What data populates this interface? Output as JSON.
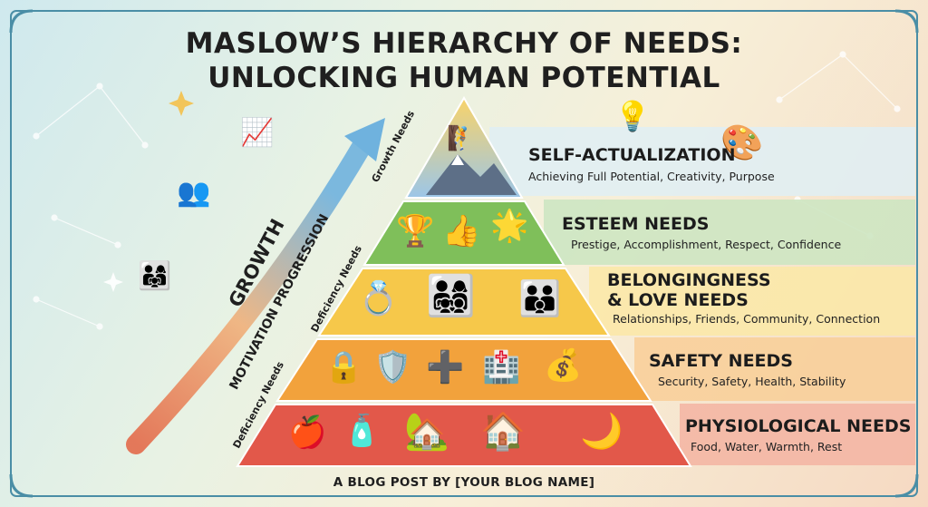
{
  "title_line1": "MASLOW’S HIERARCHY OF NEEDS:",
  "title_line2": "UNLOCKING HUMAN POTENTIAL",
  "levels": [
    {
      "title": "SELF-ACTUALIZATION",
      "desc": "Achieving Full Potential, Creativity, Purpose"
    },
    {
      "title": "ESTEEM NEEDS",
      "desc": "Prestige, Accomplishment, Respect, Confidence"
    },
    {
      "title": "BELONGINGNESS",
      "title2": "& LOVE NEEDS",
      "desc": "Relationships, Friends, Community, Connection"
    },
    {
      "title": "SAFETY NEEDS",
      "desc": "Security, Safety, Health, Stability"
    },
    {
      "title": "PHYSIOLOGICAL NEEDS",
      "desc": "Food, Water, Warmth, Rest"
    }
  ],
  "side_labels": {
    "growth_needs": "Growth Needs",
    "deficiency_upper": "Deficiency Needs",
    "deficiency_lower": "Deficiency Needs",
    "growth": "GROWTH",
    "motivation": "MOTIVATION PROGRESSION"
  },
  "footer": "A BLOG POST BY [YOUR BLOG NAME]",
  "colors": {
    "top": "#f5c74a",
    "esteem": "#7fbf5a",
    "belonging": "#f6c84a",
    "safety": "#f2a23c",
    "physio": "#e2584a"
  },
  "icons": {
    "top": [
      "mountain-climber-icon",
      "lightbulb-gear-icon",
      "palette-icon"
    ],
    "esteem": [
      "trophy-icon",
      "thumbs-up-icon",
      "podium-icon"
    ],
    "belonging": [
      "rings-icon",
      "family-icon",
      "parents-child-icon"
    ],
    "safety": [
      "lock-icon",
      "shield-icon",
      "health-shield-icon",
      "medical-cross-icon",
      "money-bag-icon"
    ],
    "physio": [
      "apple-icon",
      "water-bottle-icon",
      "house-icon",
      "home-icon",
      "moon-icon"
    ],
    "left": [
      "growth-chart-icon",
      "team-icon",
      "people-growth-icon"
    ]
  }
}
